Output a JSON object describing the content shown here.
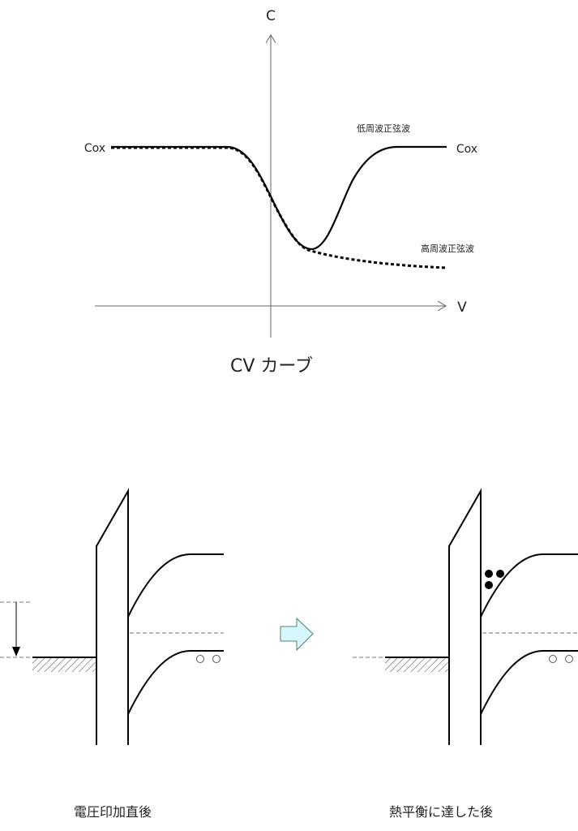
{
  "cv_chart": {
    "title": "CV カーブ",
    "y_axis_label": "C",
    "x_axis_label": "V",
    "cox_left": "Cox",
    "cox_right": "Cox",
    "low_freq_label": "低周波正弦波",
    "high_freq_label": "高周波正弦波"
  },
  "band_diagrams": {
    "left_caption": "電圧印加直後",
    "right_caption": "熱平衡に達した後"
  },
  "colors": {
    "line": "#000000",
    "dashed": "#777777",
    "arrow_fill": "#d6f8fc",
    "arrow_stroke": "#5a7a80"
  }
}
